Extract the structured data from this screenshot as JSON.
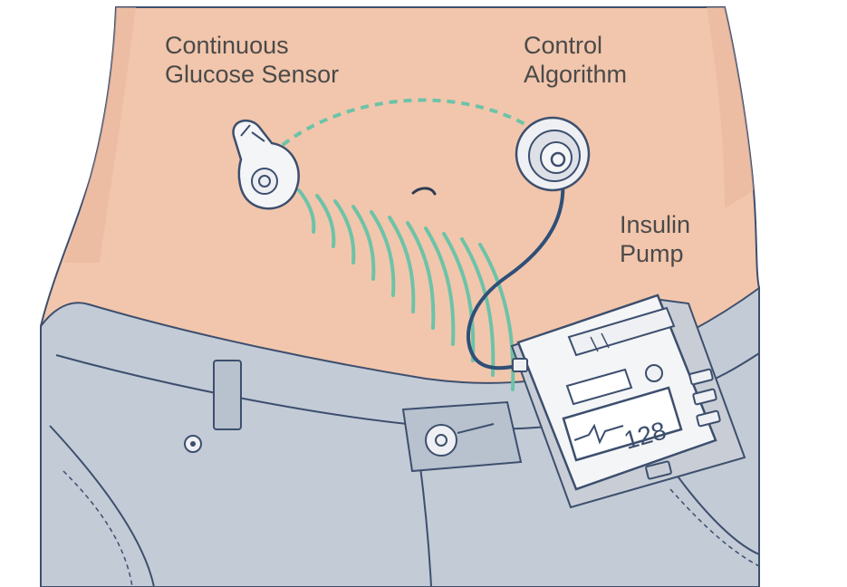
{
  "labels": {
    "sensor": {
      "line1": "Continuous",
      "line2": "Glucose Sensor"
    },
    "control": {
      "line1": "Control",
      "line2": "Algorithm"
    },
    "pump": {
      "line1": "Insulin",
      "line2": "Pump"
    }
  },
  "pump_display": {
    "reading": "128"
  },
  "colors": {
    "skin": "#f2c6ac",
    "skin_shadow": "#e3aa8e",
    "jeans": "#c3cbd6",
    "outline": "#3d4f6e",
    "signal": "#6cc3a8",
    "tube": "#2e4f78",
    "device": "#f4f5f7"
  }
}
